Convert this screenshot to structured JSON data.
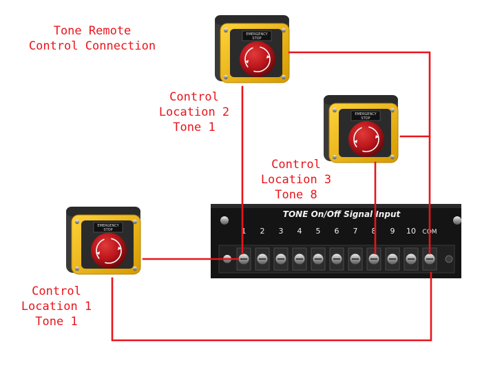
{
  "title": {
    "line1": "Tone Remote",
    "line2": "Control Connection"
  },
  "locations": [
    {
      "line1": "Control",
      "line2": "Location 1",
      "line3": "Tone 1"
    },
    {
      "line1": "Control",
      "line2": "Location 2",
      "line3": "Tone 1"
    },
    {
      "line1": "Control",
      "line2": "Location 3",
      "line3": "Tone 8"
    }
  ],
  "switch_label": {
    "line1": "EMERGENCY",
    "line2": "STOP"
  },
  "terminal_block": {
    "header": "TONE On/Off Signal Input",
    "terminals": [
      "1",
      "2",
      "3",
      "4",
      "5",
      "6",
      "7",
      "8",
      "9",
      "10",
      "COM"
    ]
  },
  "colors": {
    "wire": "#e8141b",
    "label": "#e8141b",
    "switch_housing": "#f0b800",
    "switch_base": "#3a3a3a",
    "button": "#c0141a",
    "terminal_panel": "#141414"
  }
}
